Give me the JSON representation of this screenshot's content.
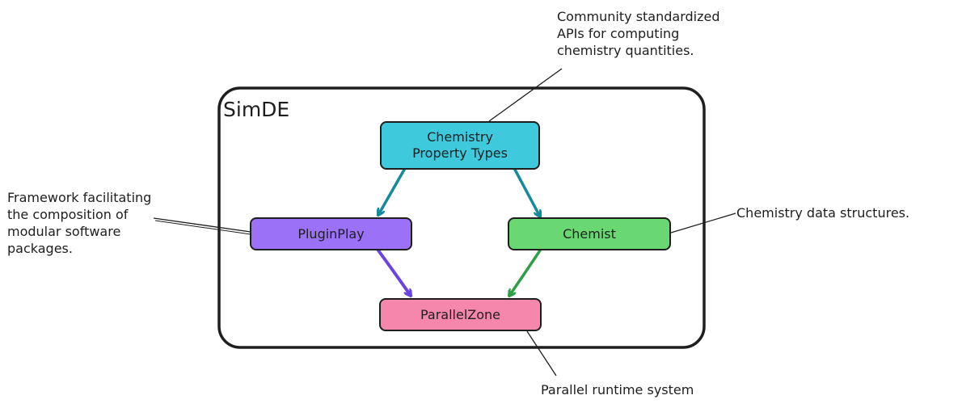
{
  "container": {
    "title": "SimDE"
  },
  "nodes": {
    "cpt": {
      "label": "Chemistry\nProperty Types",
      "color": "#3ec9dd"
    },
    "pluginplay": {
      "label": "PluginPlay",
      "color": "#9b72f7"
    },
    "chemist": {
      "label": "Chemist",
      "color": "#69d873"
    },
    "parallelzone": {
      "label": "ParallelZone",
      "color": "#f587ad"
    }
  },
  "annotations": {
    "cpt": "Community standardized\nAPIs for computing\nchemistry quantities.",
    "pluginplay": "Framework facilitating\nthe composition of\nmodular software\npackages.",
    "chemist": "Chemistry data structures.",
    "parallelzone": "Parallel runtime system"
  },
  "edge_colors": {
    "cpt_out": "#148a9c",
    "pluginplay_out": "#6a43e0",
    "chemist_out": "#2f9e44"
  }
}
